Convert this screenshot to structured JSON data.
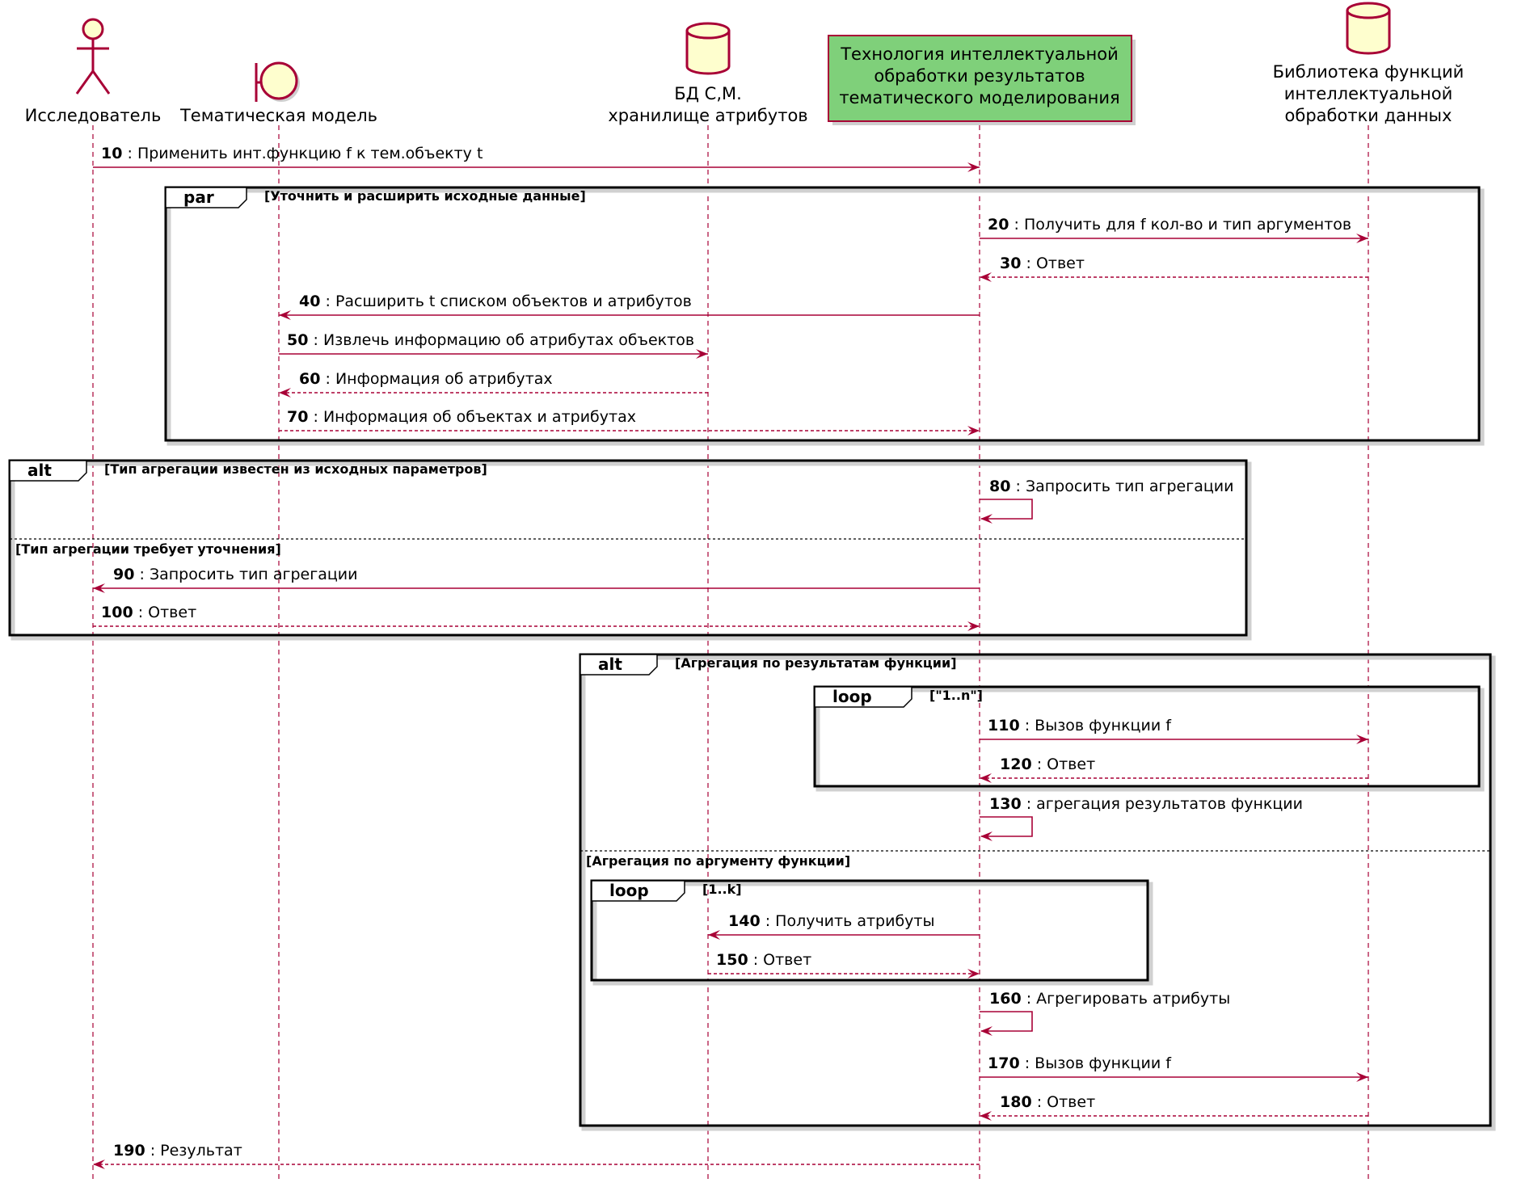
{
  "participants": [
    {
      "id": "researcher",
      "kind": "actor",
      "lines": [
        "Исследователь"
      ]
    },
    {
      "id": "model",
      "kind": "boundary",
      "lines": [
        "Тематическая модель"
      ]
    },
    {
      "id": "db",
      "kind": "database",
      "lines": [
        "БД С,М.",
        "хранилище атрибутов"
      ]
    },
    {
      "id": "tech",
      "kind": "participant",
      "color": "#7FD07A",
      "lines": [
        "Технология интеллектуальной",
        "обработки результатов",
        "тематического моделирования"
      ]
    },
    {
      "id": "lib",
      "kind": "database",
      "lines": [
        "Библиотека функций",
        "интеллектуальной",
        "обработки данных"
      ]
    }
  ],
  "messages": [
    {
      "num": "10",
      "text": "Применить инт.функцию f к тем.объекту t",
      "from": "researcher",
      "to": "tech",
      "style": "solid"
    },
    {
      "num": "20",
      "text": "Получить для f кол-во и тип аргументов",
      "from": "tech",
      "to": "lib",
      "style": "solid"
    },
    {
      "num": "30",
      "text": "Ответ",
      "from": "lib",
      "to": "tech",
      "style": "dashed"
    },
    {
      "num": "40",
      "text": "Расширить t списком объектов и атрибутов",
      "from": "tech",
      "to": "model",
      "style": "solid"
    },
    {
      "num": "50",
      "text": "Извлечь информацию об атрибутах объектов",
      "from": "model",
      "to": "db",
      "style": "solid"
    },
    {
      "num": "60",
      "text": "Информация об атрибутах",
      "from": "db",
      "to": "model",
      "style": "dashed"
    },
    {
      "num": "70",
      "text": "Информация об объектах и атрибутах",
      "from": "model",
      "to": "tech",
      "style": "dashed"
    },
    {
      "num": "80",
      "text": "Запросить тип агрегации",
      "from": "tech",
      "to": "tech",
      "style": "solid"
    },
    {
      "num": "90",
      "text": "Запросить тип агрегации",
      "from": "tech",
      "to": "researcher",
      "style": "solid"
    },
    {
      "num": "100",
      "text": "Ответ",
      "from": "researcher",
      "to": "tech",
      "style": "dashed"
    },
    {
      "num": "110",
      "text": "Вызов функции f",
      "from": "tech",
      "to": "lib",
      "style": "solid"
    },
    {
      "num": "120",
      "text": "Ответ",
      "from": "lib",
      "to": "tech",
      "style": "dashed"
    },
    {
      "num": "130",
      "text": "агрегация результатов функции",
      "from": "tech",
      "to": "tech",
      "style": "solid"
    },
    {
      "num": "140",
      "text": "Получить атрибуты",
      "from": "tech",
      "to": "db",
      "style": "solid"
    },
    {
      "num": "150",
      "text": "Ответ",
      "from": "db",
      "to": "tech",
      "style": "dashed"
    },
    {
      "num": "160",
      "text": "Агрегировать атрибуты",
      "from": "tech",
      "to": "tech",
      "style": "solid"
    },
    {
      "num": "170",
      "text": "Вызов функции f",
      "from": "tech",
      "to": "lib",
      "style": "solid"
    },
    {
      "num": "180",
      "text": "Ответ",
      "from": "lib",
      "to": "tech",
      "style": "dashed"
    },
    {
      "num": "190",
      "text": "Результат",
      "from": "tech",
      "to": "researcher",
      "style": "dashed"
    }
  ],
  "fragments": [
    {
      "id": "par1",
      "kind": "par",
      "condition": "[Уточнить и расширить исходные данные]",
      "else_conditions": []
    },
    {
      "id": "alt1",
      "kind": "alt",
      "condition": "[Тип агрегации известен из исходных параметров]",
      "else_conditions": [
        "[Тип агрегации требует уточнения]"
      ]
    },
    {
      "id": "alt2",
      "kind": "alt",
      "condition": "[Агрегация по результатам функции]",
      "else_conditions": [
        "[Агрегация по аргументу функции]"
      ]
    },
    {
      "id": "loop1",
      "kind": "loop",
      "condition": "[\"1..n\"]",
      "else_conditions": []
    },
    {
      "id": "loop2",
      "kind": "loop",
      "condition": "[1..k]",
      "else_conditions": []
    }
  ],
  "colors": {
    "line": "#A80036",
    "participant_fill": "#FEFECE",
    "highlight_fill": "#7FD07A"
  }
}
